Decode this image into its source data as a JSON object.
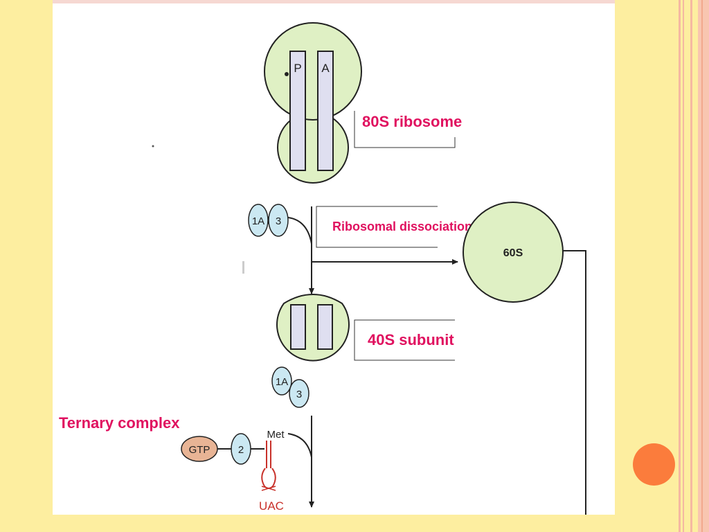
{
  "slide": {
    "callouts": {
      "ribosome_80s": "80S ribosome",
      "dissociation": "Ribosomal dissociation",
      "subunit_40s": "40S subunit",
      "ternary_complex": "Ternary complex"
    },
    "figure": {
      "site_p": "P",
      "site_a": "A",
      "subunit_60s": "60S",
      "factor_1a": "1A",
      "factor_3": "3",
      "factor_2": "2",
      "gtp": "GTP",
      "met": "Met",
      "anticodon": "UAC"
    }
  },
  "colors": {
    "slide_background": "#fdeea0",
    "callout_text": "#e0115f",
    "ribosome_fill": "#dff0c4",
    "factor_fill": "#cbe8f2",
    "gtp_fill": "#e8b495",
    "trna": "#c8312a",
    "accent_dot": "#fb7c3c"
  }
}
